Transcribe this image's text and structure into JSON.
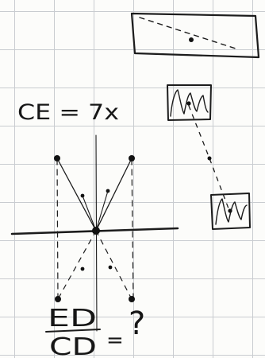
{
  "annotations": {
    "ce_equation": "CE = 7x",
    "ratio_numerator": "ED",
    "ratio_denominator": "CD",
    "ratio_equals": "=",
    "ratio_unknown": "?"
  },
  "colors": {
    "paper": "#fcfcfa",
    "grid": "#c9ccd0",
    "ink": "#1c1c1c"
  }
}
